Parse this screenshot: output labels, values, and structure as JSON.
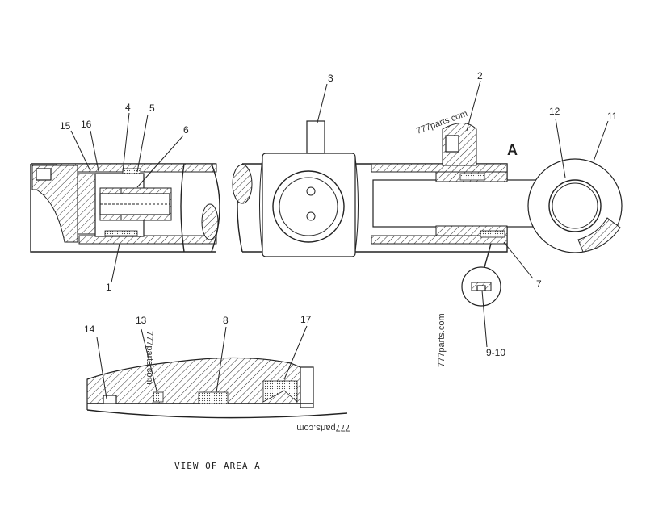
{
  "callouts": {
    "c1": "1",
    "c2": "2",
    "c3": "3",
    "c4": "4",
    "c5": "5",
    "c6": "6",
    "c7": "7",
    "c8": "8",
    "c9_10": "9-10",
    "c11": "11",
    "c12": "12",
    "c13": "13",
    "c14": "14",
    "c15": "15",
    "c16": "16",
    "c17": "17",
    "area": "A"
  },
  "watermarks": {
    "top": "777parts.com",
    "side": "777parts.com",
    "detail": "777parts.com",
    "bottom": "777parts.com"
  },
  "caption": "VIEW OF AREA A"
}
